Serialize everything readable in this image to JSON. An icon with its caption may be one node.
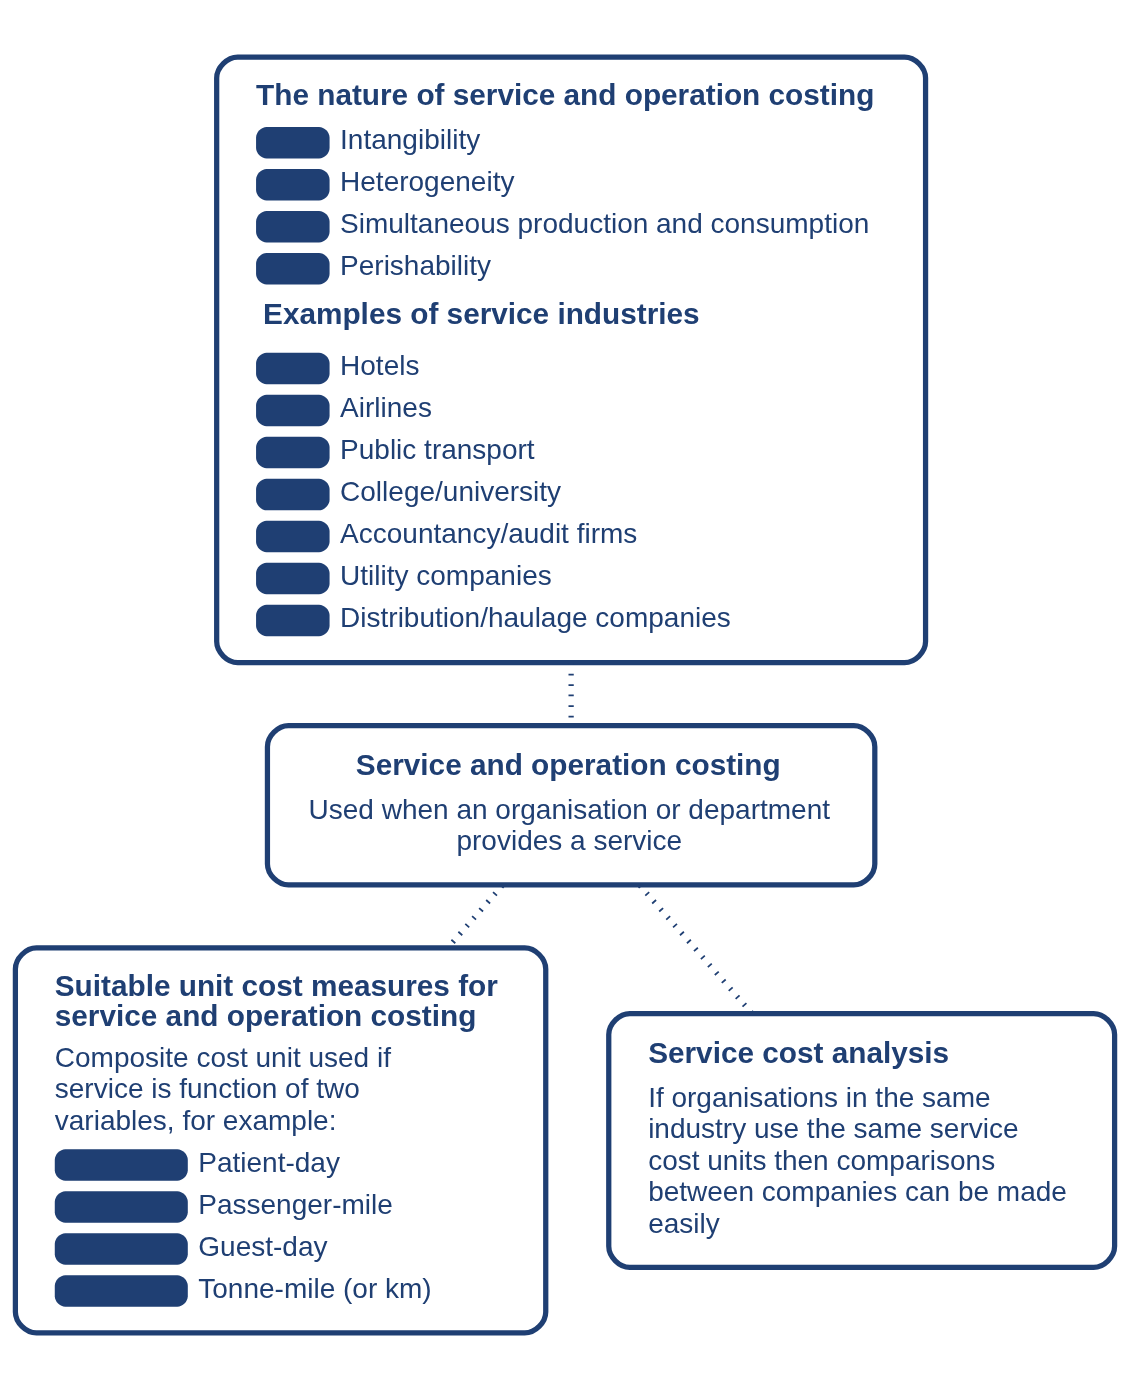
{
  "diagram": {
    "nodes": [
      {
        "text": [
          "The nature of service and operation costing",
          "Intangibility",
          "Heterogeneity",
          "Simultaneous production and consumption",
          "Perishability",
          "Examples of service industries",
          "Hotels",
          "Airlines",
          "Public transport",
          "College/university",
          "Accountancy/audit firms",
          "Utility companies",
          "Distribution/haulage companies"
        ]
      },
      {
        "text": [
          "Service and operation costing",
          "Used when an organisation or department provides a service"
        ]
      },
      {
        "text": [
          "Suitable unit cost measures for service and operation costing",
          "Composite cost unit used if service is function of two variables, for example:",
          "Patient-day",
          "Passenger-mile",
          "Guest-day",
          "Tonne-mile (or km)"
        ]
      },
      {
        "text": [
          "Service cost analysis",
          "If organisations in the same industry use the same service cost units then comparisons between companies can be made easily"
        ]
      }
    ],
    "edges": [
      {
        "from": 0,
        "to": 1,
        "arrow": "none",
        "style": "dashed"
      },
      {
        "from": 1,
        "to": 2,
        "arrow": "none",
        "style": "dashed"
      },
      {
        "from": 1,
        "to": 3,
        "arrow": "none",
        "style": "dashed"
      }
    ]
  }
}
